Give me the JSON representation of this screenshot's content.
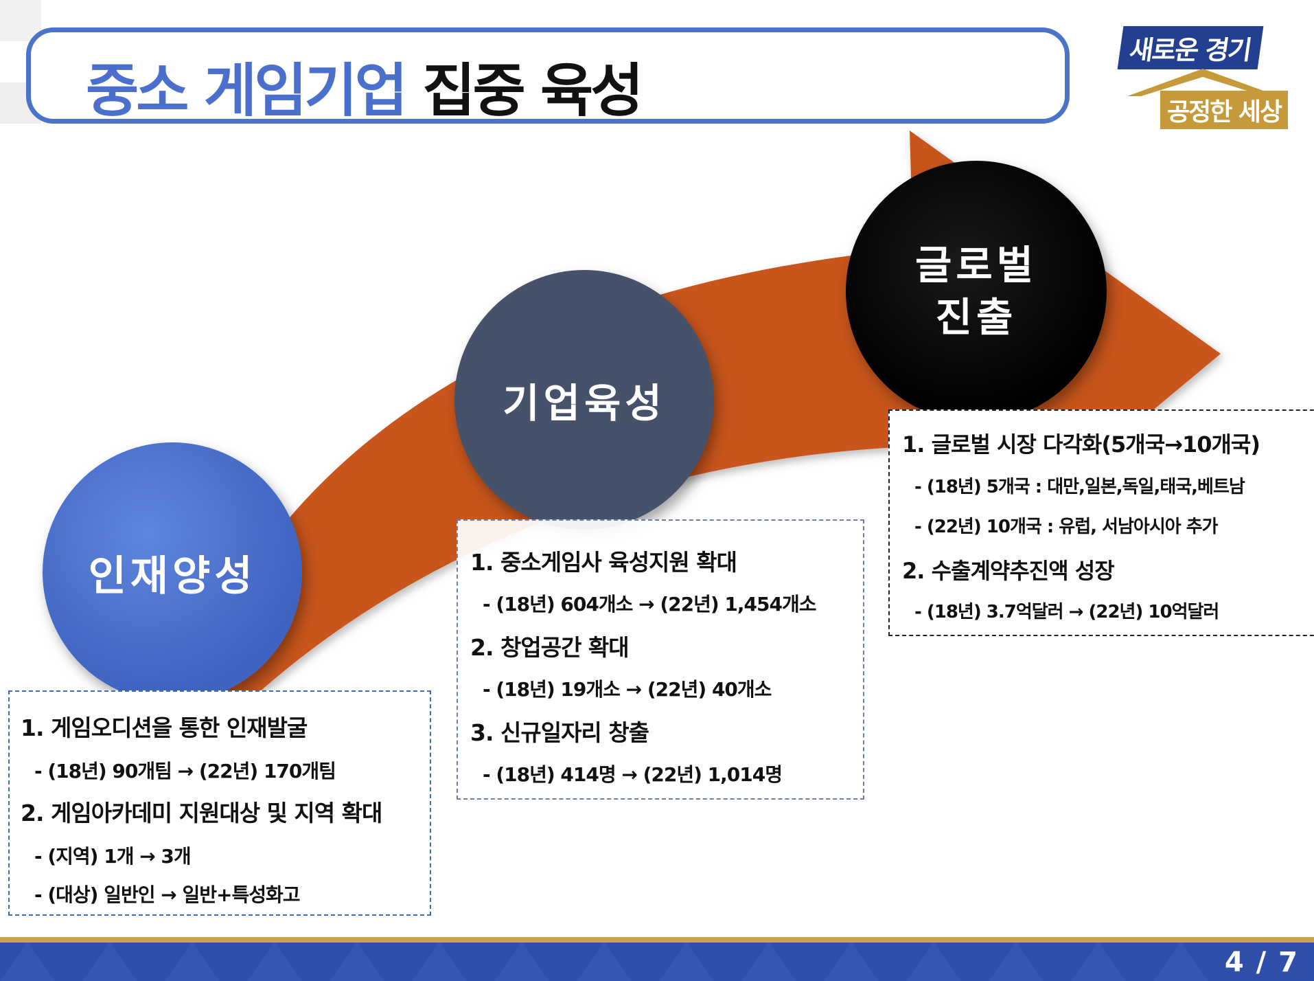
{
  "title": {
    "part_blue": "중소 게임기업",
    "part_black": "집중 육성"
  },
  "logo": {
    "top": "새로운 경기",
    "bottom": "공정한 세상"
  },
  "colors": {
    "title_blue": "#4b6fcc",
    "title_border": "#4b73c9",
    "arrow": "#c7541a",
    "talent_circle": "#4a70cc",
    "corp_circle": "#45526a",
    "global_circle": "#000000",
    "footer_blue": "#2f4fa8",
    "footer_gold": "#c9a44a"
  },
  "stages": [
    {
      "label": "인재양성",
      "items": [
        {
          "heading": "1. 게임오디션을 통한 인재발굴",
          "subs": [
            "- (18년) 90개팀 → (22년) 170개팀"
          ]
        },
        {
          "heading": "2. 게임아카데미 지원대상 및 지역 확대",
          "subs": [
            "- (지역) 1개 → 3개",
            "- (대상) 일반인 → 일반+특성화고"
          ]
        }
      ]
    },
    {
      "label": "기업육성",
      "items": [
        {
          "heading": "1. 중소게임사 육성지원 확대",
          "subs": [
            "- (18년) 604개소 → (22년) 1,454개소"
          ]
        },
        {
          "heading": "2. 창업공간 확대",
          "subs": [
            "- (18년) 19개소 → (22년) 40개소"
          ]
        },
        {
          "heading": "3. 신규일자리 창출",
          "subs": [
            "- (18년) 414명 → (22년) 1,014명"
          ]
        }
      ]
    },
    {
      "label_line1": "글로벌",
      "label_line2": "진출",
      "items": [
        {
          "heading": "1. 글로벌 시장 다각화(5개국→10개국)",
          "subs": [
            "- (18년) 5개국 : 대만,일본,독일,태국,베트남",
            "- (22년) 10개국 : 유럽, 서남아시아 추가"
          ]
        },
        {
          "heading": "2. 수출계약추진액 성장",
          "subs": [
            "- (18년) 3.7억달러 → (22년) 10억달러"
          ]
        }
      ]
    }
  ],
  "footer": {
    "page": "4 / 7"
  }
}
